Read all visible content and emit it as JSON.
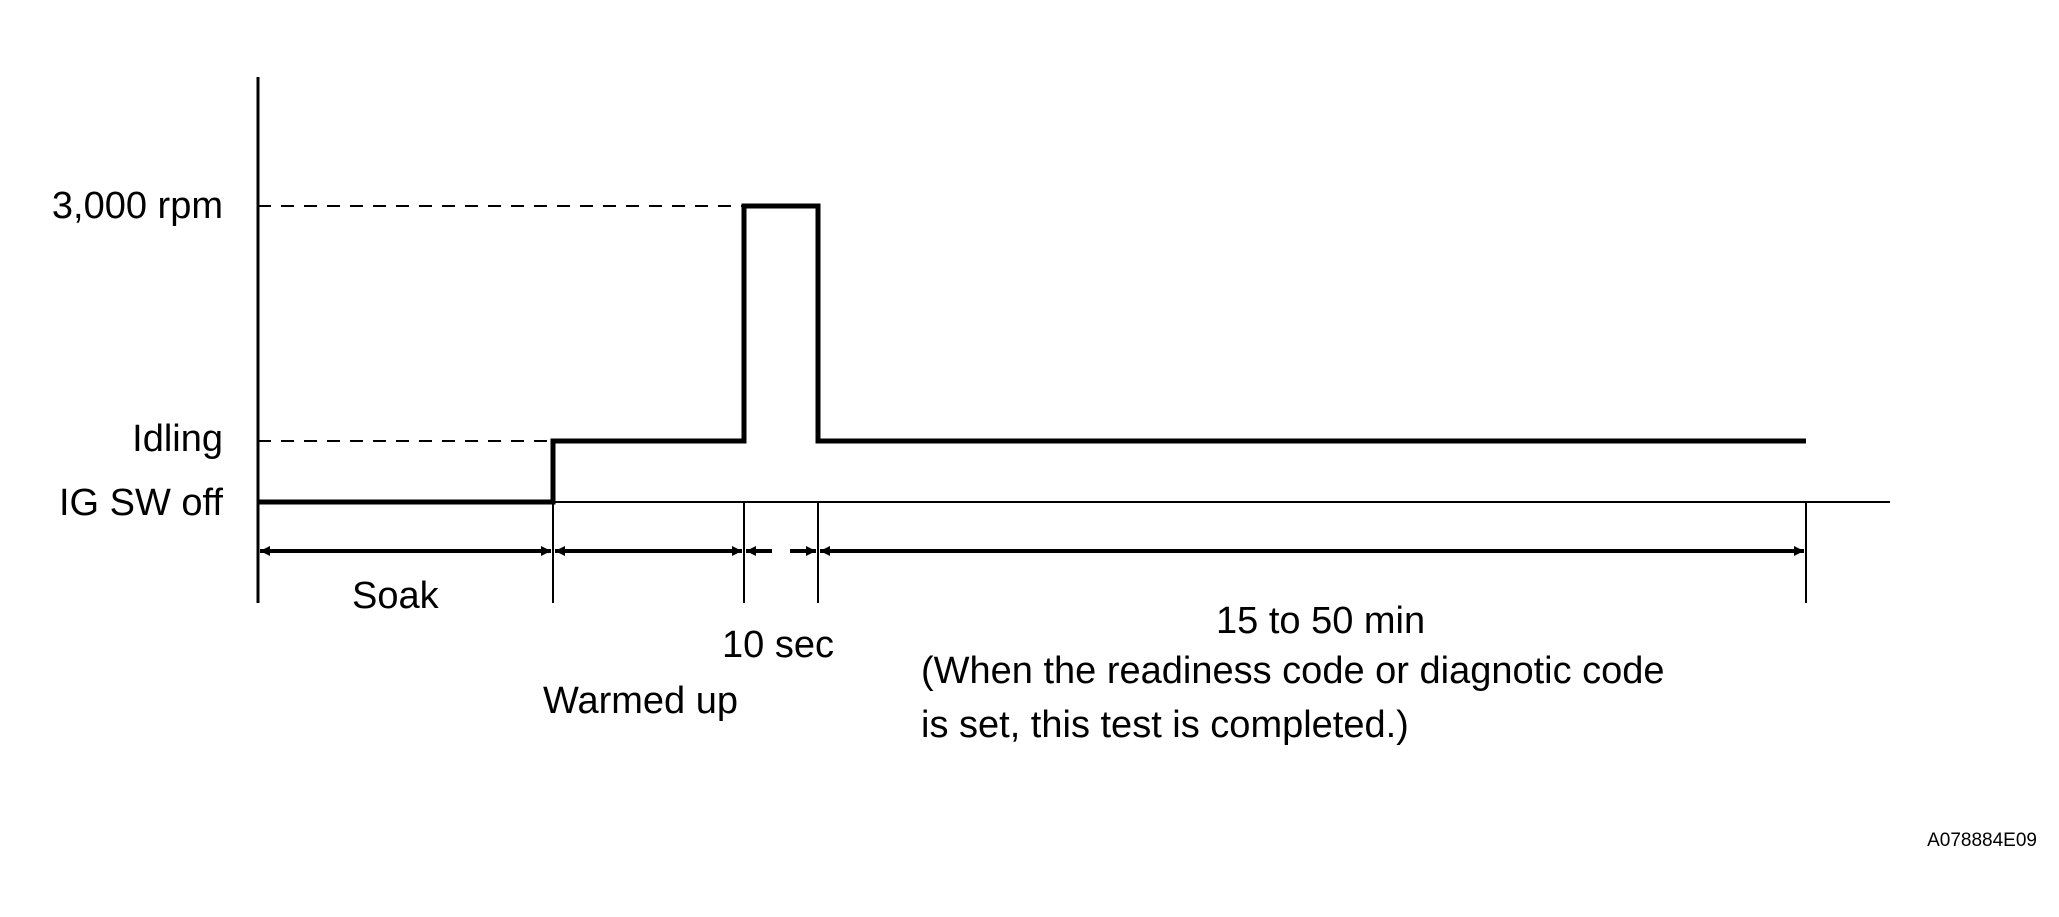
{
  "levels": {
    "rpm_3000": "3,000 rpm",
    "idling": "Idling",
    "ig_sw_off": "IG SW off"
  },
  "phases": {
    "soak": "Soak",
    "warmed_up": "Warmed up",
    "ten_sec": "10 sec",
    "duration": "15 to 50 min",
    "note_line1": "(When the readiness code or diagnotic code",
    "note_line2": "is set, this test is completed.)"
  },
  "figure_code": "A078884E09",
  "colors": {
    "ink": "#000000",
    "background": "#ffffff"
  }
}
